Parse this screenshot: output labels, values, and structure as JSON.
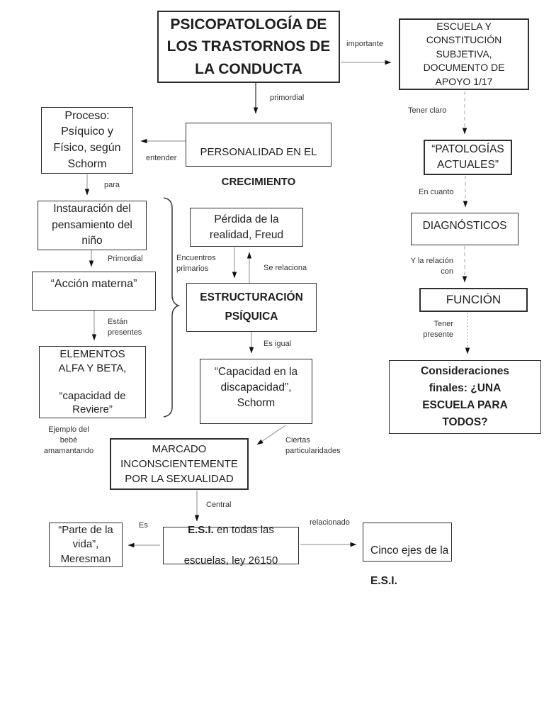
{
  "nodes": {
    "title": {
      "text": "PSICOPATOLOGÍA DE\nLOS TRASTORNOS DE\nLA CONDUCTA"
    },
    "escuela": {
      "text": "ESCUELA Y\nCONSTITUCIÓN\nSUBJETIVA,\nDOCUMENTO DE\nAPOYO 1/17"
    },
    "personalidad": {
      "line1": "PERSONALIDAD EN EL",
      "line2": "CRECIMIENTO"
    },
    "proceso": {
      "text": "Proceso:\nPsíquico y\nFísico, según\nSchorm"
    },
    "instauracion": {
      "text": "Instauración del\npensamiento del\nniño"
    },
    "accion_materna": {
      "text": "“Acción materna”"
    },
    "elementos": {
      "text": "ELEMENTOS\nALFA Y BETA,\n\n“capacidad de\nReviere”"
    },
    "perdida": {
      "text": "Pérdida de la\nrealidad, Freud"
    },
    "estructuracion": {
      "text": "ESTRUCTURACIÓN\nPSÍQUICA"
    },
    "capacidad": {
      "text": "“Capacidad en la\ndiscapacidad”,\nSchorm"
    },
    "marcado": {
      "text": "MARCADO\nINCONSCIENTEMENTE\nPOR LA SEXUALIDAD"
    },
    "esi": {
      "bold": "E.S.I.",
      "rest": " en todas las",
      "line2": "escuelas, ley 26150"
    },
    "parte_vida": {
      "text": "“Parte de la\nvida”,\nMeresman"
    },
    "cinco_ejes": {
      "line1": "Cinco ejes de la",
      "line2": "E.S.I."
    },
    "patologias": {
      "text": "“PATOLOGÍAS\nACTUALES”"
    },
    "diagnosticos": {
      "text": "DIAGNÓSTICOS"
    },
    "funcion": {
      "text": "FUNCIÓN"
    },
    "consideraciones": {
      "text": "Consideraciones\nfinales: ¿UNA\nESCUELA PARA\nTODOS?"
    }
  },
  "edge_labels": {
    "importante": "importante",
    "primordial_top": "primordial",
    "entender": "entender",
    "para": "para",
    "primordial_left": "Primordial",
    "estan_presentes": "Están\npresentes",
    "encuentros_primarios": "Encuentros\nprimarios",
    "se_relaciona": "Se relaciona",
    "es_igual": "Es igual",
    "ejemplo_bebe": "Ejemplo del\nbebé\namamantando",
    "ciertas": "Ciertas\nparticularidades",
    "central": "Central",
    "es": "Es",
    "relacionado": "relacionado",
    "tener_claro": "Tener claro",
    "en_cuanto": "En cuanto",
    "y_la_relacion": "Y la relación\ncon",
    "tener_presente": "Tener\npresente"
  },
  "colors": {
    "background": "#ffffff",
    "box_border": "#2f2f2f",
    "line": "#8a8a8a",
    "dashed_line": "#b3b3b3",
    "arrowhead": "#111111",
    "text": "#1f1f1f"
  }
}
